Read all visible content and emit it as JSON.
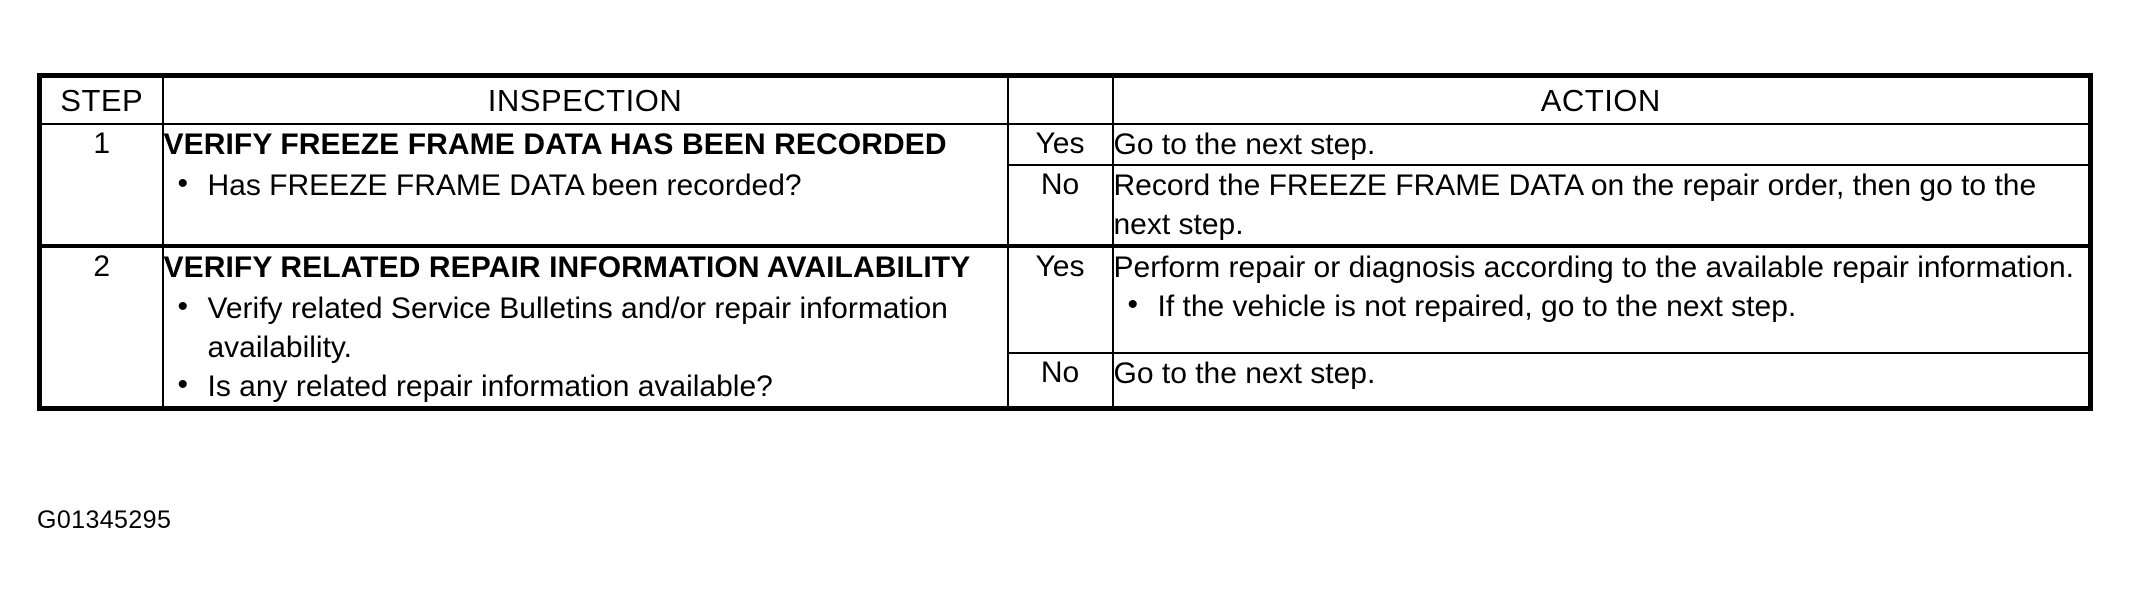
{
  "table": {
    "headers": {
      "step": "STEP",
      "inspection": "INSPECTION",
      "action": "ACTION"
    },
    "rows": [
      {
        "step": "1",
        "inspection": {
          "title": "VERIFY FREEZE FRAME DATA HAS BEEN RECORDED",
          "bullets": [
            "Has FREEZE FRAME DATA been recorded?"
          ]
        },
        "results": [
          {
            "label": "Yes",
            "text": "Go to the next step.",
            "bullets": []
          },
          {
            "label": "No",
            "text": "Record the FREEZE FRAME DATA on the repair order, then go to the next step.",
            "bullets": []
          }
        ]
      },
      {
        "step": "2",
        "inspection": {
          "title": "VERIFY RELATED REPAIR INFORMATION AVAILABILITY",
          "bullets": [
            "Verify related Service Bulletins and/or repair information availability.",
            "Is any related repair information available?"
          ]
        },
        "results": [
          {
            "label": "Yes",
            "text": "Perform repair or diagnosis according to the available repair information.",
            "bullets": [
              "If the vehicle is not repaired, go to the next step."
            ]
          },
          {
            "label": "No",
            "text": "Go to the next step.",
            "bullets": []
          }
        ]
      }
    ]
  },
  "caption": "G01345295"
}
